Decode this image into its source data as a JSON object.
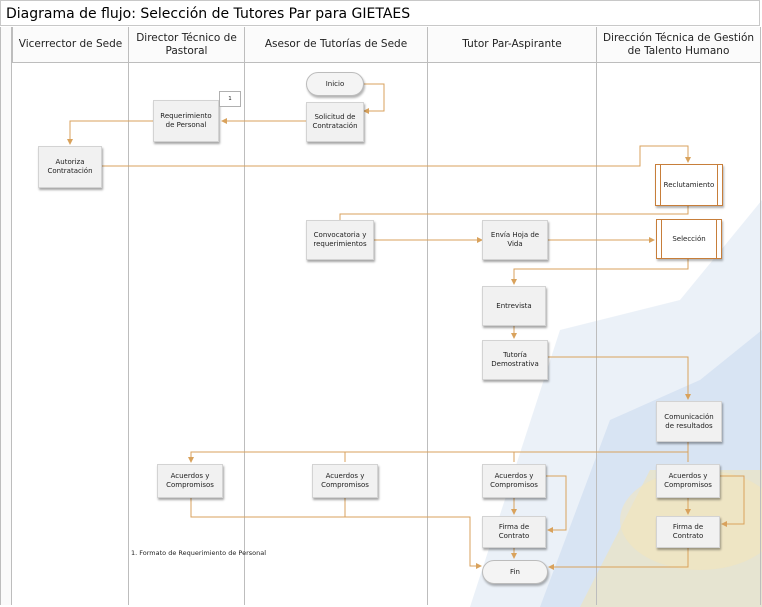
{
  "title": "Diagrama de flujo: Selección de Tutores Par para GIETAES",
  "lanes": [
    "Vicerrector de Sede",
    "Director Técnico de Pastoral",
    "Asesor de Tutorías de Sede",
    "Tutor Par-Aspirante",
    "Dirección Técnica de Gestión de Talento Humano"
  ],
  "nodes": {
    "inicio": "Inicio",
    "solicitud": "Solicitud de Contratación",
    "requerimiento": "Requerimiento de Personal",
    "requerimiento_ref": "1",
    "autoriza": "Autoriza Contratación",
    "reclutamiento": "Reclutamiento",
    "convocatoria": "Convocatoria y requerimientos",
    "envia_hoja": "Envía Hoja de Vida",
    "seleccion": "Selección",
    "entrevista": "Entrevista",
    "tutoria": "Tutoría Demostrativa",
    "comunicacion": "Comunicación de resultados",
    "acuerdos_pastoral": "Acuerdos y Compromisos",
    "acuerdos_asesor": "Acuerdos y Compromisos",
    "acuerdos_tutor": "Acuerdos y Compromisos",
    "acuerdos_th": "Acuerdos y Compromisos",
    "firma_tutor": "Firma de Contrato",
    "firma_th": "Firma de Contrato",
    "fin": "Fin"
  },
  "footnote": "1. Formato de Requerimiento de Personal",
  "colors": {
    "connector": "#d9a25c",
    "subprocess_border": "#c77e3a",
    "watermark": "#c7d7ec"
  }
}
